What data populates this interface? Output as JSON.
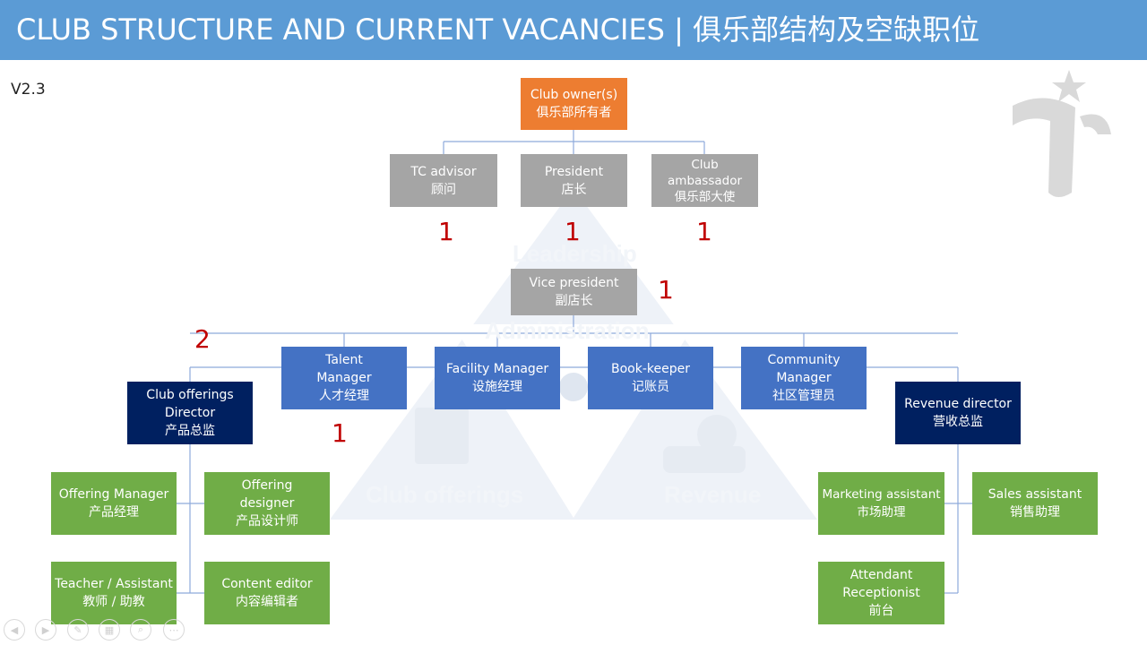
{
  "header": {
    "title": "CLUB STRUCTURE AND CURRENT VACANCIES | 俱乐部结构及空缺职位"
  },
  "version": "V2.3",
  "watermarks": {
    "leadership": "Leadership",
    "administration": "Administration",
    "club_offerings": "Club offerings",
    "revenue": "Revenue"
  },
  "roles": {
    "owner": {
      "en": "Club owner(s)",
      "zh": "俱乐部所有者"
    },
    "tc_advisor": {
      "en": "TC advisor",
      "zh": "顾问"
    },
    "president": {
      "en": "President",
      "zh": "店长"
    },
    "ambassador": {
      "en": "Club ambassador",
      "zh": "俱乐部大使"
    },
    "vice_president": {
      "en": "Vice president",
      "zh": "副店长"
    },
    "talent_manager": {
      "en": "Talent Manager",
      "zh": "人才经理"
    },
    "facility_manager": {
      "en": "Facility Manager",
      "zh": "设施经理"
    },
    "book_keeper": {
      "en": "Book-keeper",
      "zh": "记账员"
    },
    "community_manager": {
      "en": "Community Manager",
      "zh": "社区管理员"
    },
    "offerings_director": {
      "en": "Club offerings Director",
      "zh": "产品总监"
    },
    "revenue_director": {
      "en": "Revenue director",
      "zh": "营收总监"
    },
    "offering_manager": {
      "en": "Offering Manager",
      "zh": "产品经理"
    },
    "offering_designer": {
      "en": "Offering designer",
      "zh": "产品设计师"
    },
    "teacher": {
      "en": "Teacher / Assistant",
      "zh": "教师 / 助教"
    },
    "content_editor": {
      "en": "Content editor",
      "zh": "内容编辑者"
    },
    "marketing_assistant": {
      "en": "Marketing assistant",
      "zh": "市场助理"
    },
    "sales_assistant": {
      "en": "Sales assistant",
      "zh": "销售助理"
    },
    "attendant": {
      "en": "Attendant Receptionist",
      "zh": "前台"
    }
  },
  "vacancies": {
    "tc_advisor": "1",
    "president": "1",
    "ambassador": "1",
    "vice_president": "1",
    "offerings_director": "2",
    "talent_manager": "1"
  },
  "colors": {
    "header": "#5b9bd5",
    "owner": "#ed7d31",
    "leadership": "#a5a5a5",
    "manager": "#4472c4",
    "director": "#002060",
    "staff": "#70ad47",
    "vacancy": "#c00000"
  },
  "nav_icons": [
    "prev-icon",
    "next-icon",
    "pen-icon",
    "slides-icon",
    "zoom-icon",
    "more-icon"
  ]
}
